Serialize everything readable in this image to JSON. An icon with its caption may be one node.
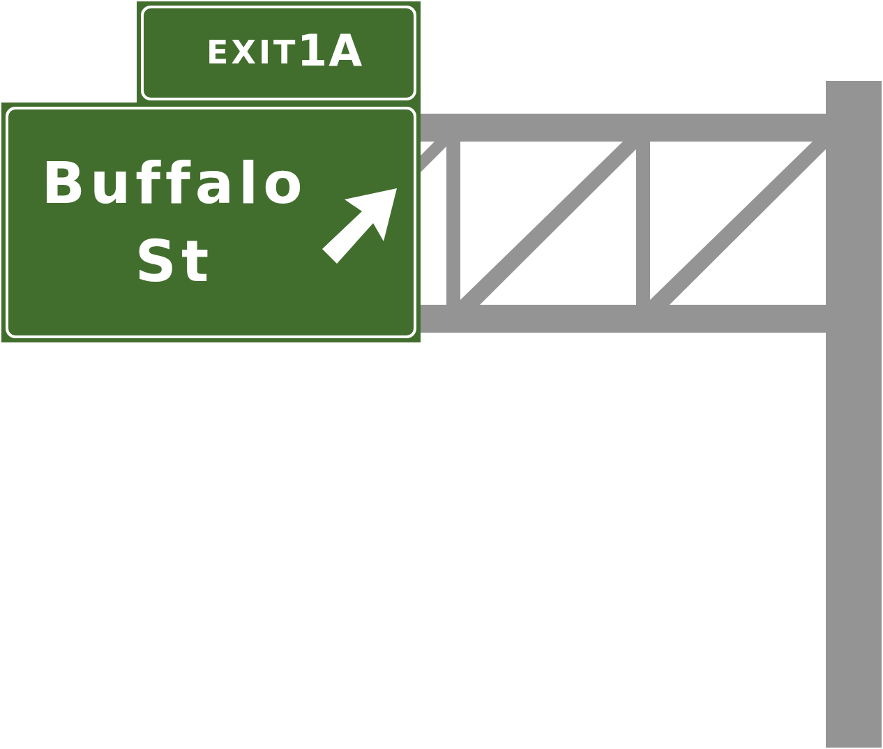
{
  "diagram": {
    "nodes": [
      {
        "text": [
          "EXIT",
          "1A"
        ]
      },
      {
        "text": [
          "Buffalo St"
        ]
      }
    ]
  }
}
